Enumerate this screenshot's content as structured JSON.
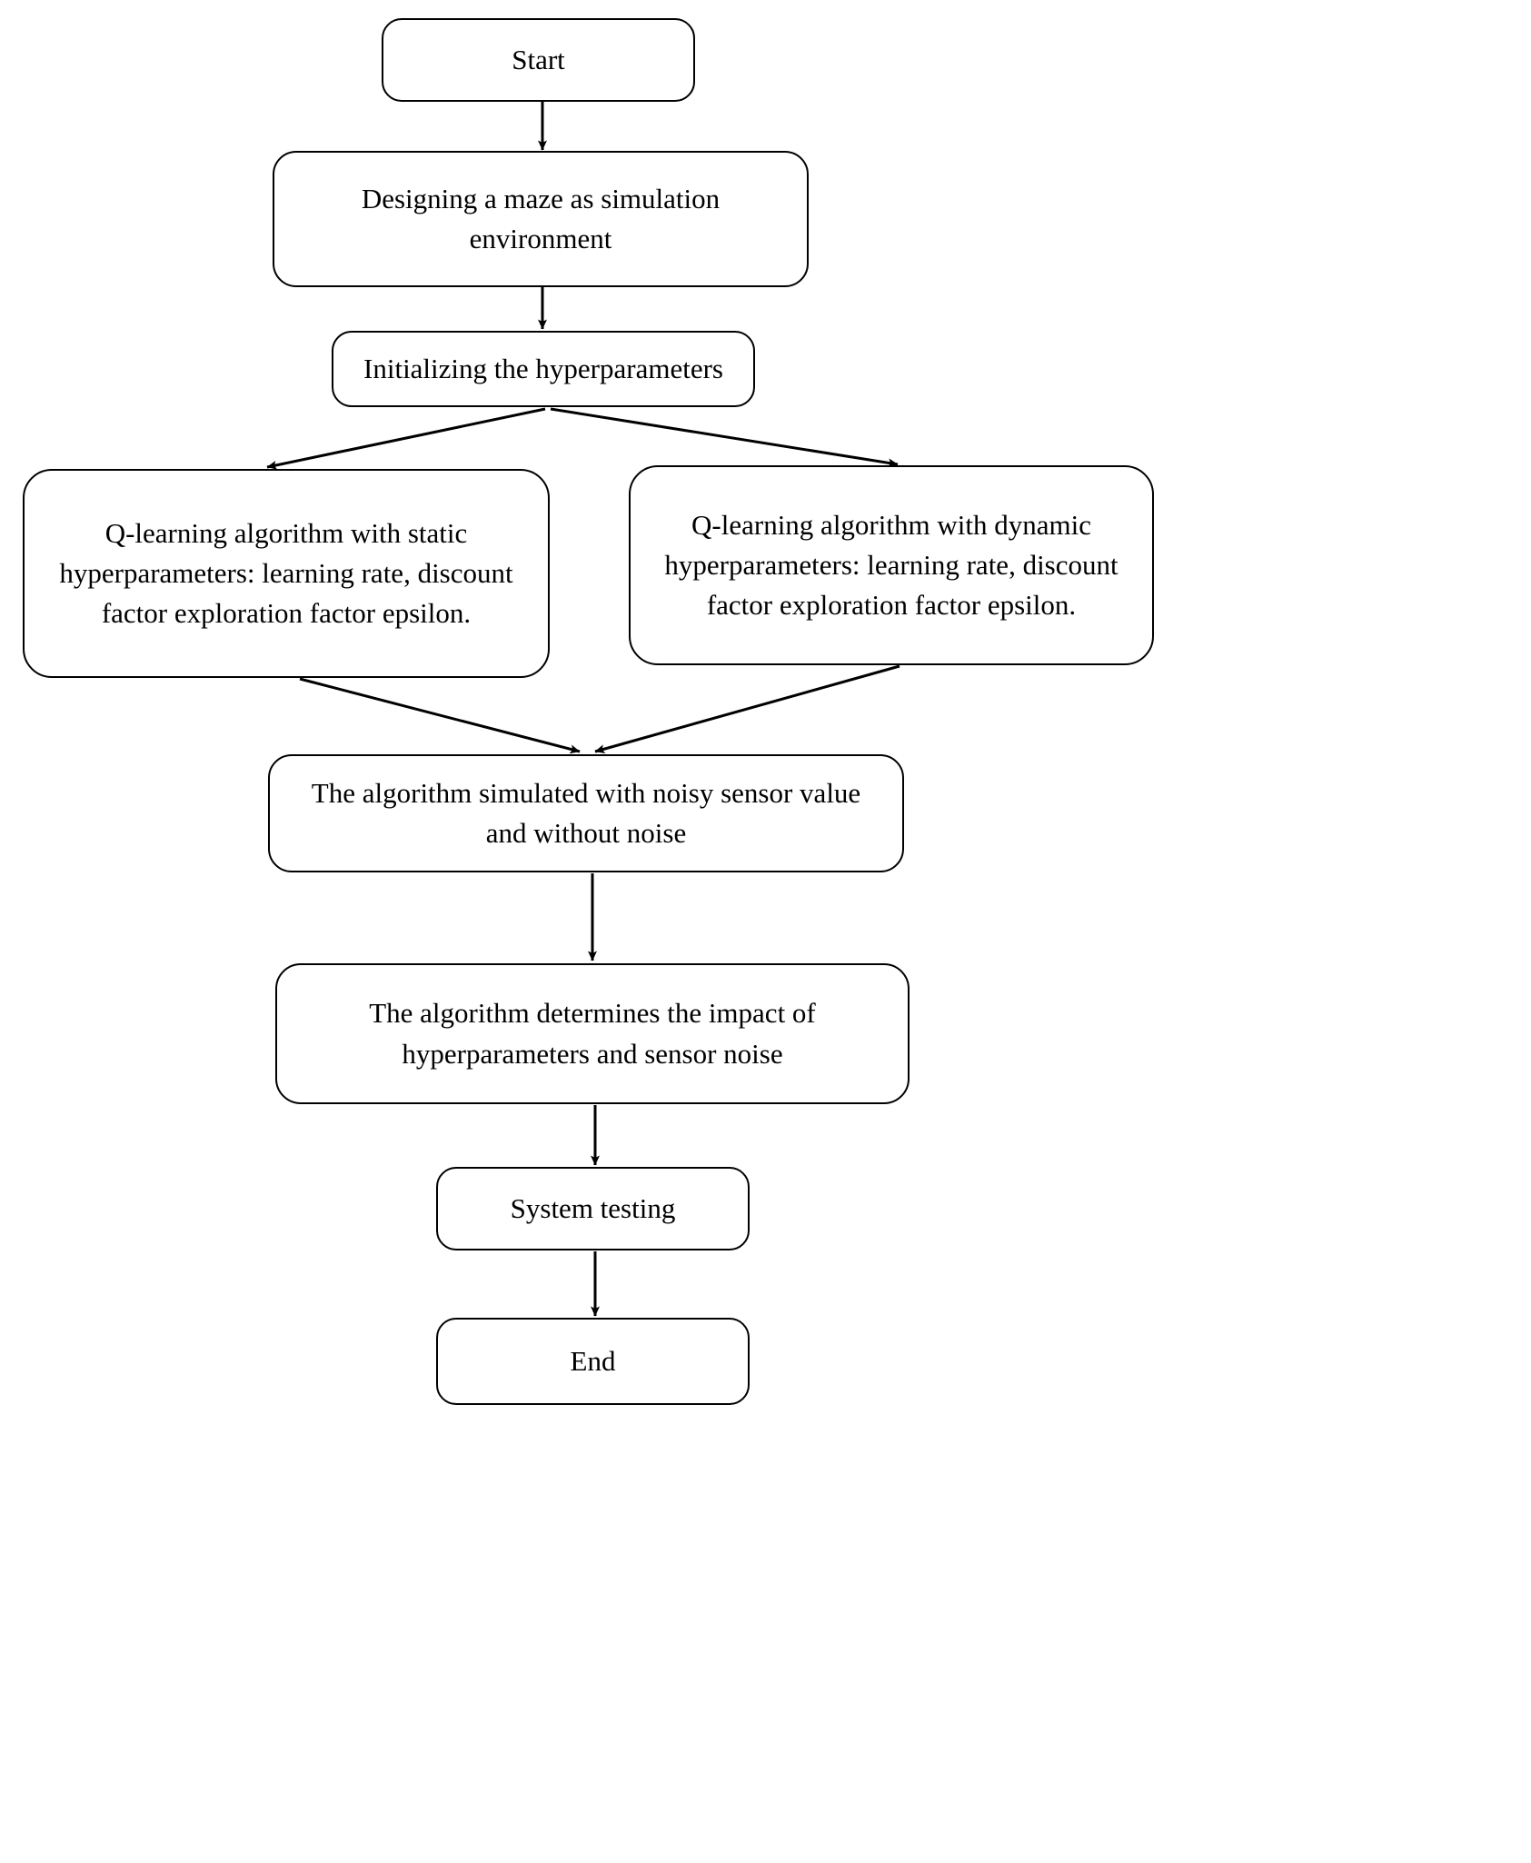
{
  "diagram": {
    "type": "flowchart",
    "orientation": "top-to-bottom",
    "background_color": "#ffffff",
    "stroke_color": "#000000",
    "text_color": "#000000",
    "nodes": [
      {
        "id": "start",
        "label": "Start",
        "shape": "rounded-rectangle"
      },
      {
        "id": "design",
        "label": "Designing a maze as simulation\nenvironment",
        "shape": "rounded-rectangle"
      },
      {
        "id": "init",
        "label": "Initializing  the hyperparameters",
        "shape": "rounded-rectangle"
      },
      {
        "id": "static",
        "label": "Q-learning  algorithm with static\nhyperparameters: learning rate, discount\nfactor exploration factor epsilon.",
        "shape": "rounded-rectangle"
      },
      {
        "id": "dynamic",
        "label": "Q-learning  algorithm with dynamic\nhyperparameters: learning rate, discount\nfactor exploration factor epsilon.",
        "shape": "rounded-rectangle"
      },
      {
        "id": "simulated",
        "label": "The algorithm simulated with noisy sensor value\nand without noise",
        "shape": "rounded-rectangle"
      },
      {
        "id": "impact",
        "label": "The algorithm determines the impact of\nhyperparameters and sensor noise",
        "shape": "rounded-rectangle"
      },
      {
        "id": "testing",
        "label": "System testing",
        "shape": "rounded-rectangle"
      },
      {
        "id": "end",
        "label": "End",
        "shape": "rounded-rectangle"
      }
    ],
    "edges": [
      {
        "from": "start",
        "to": "design",
        "style": "straight-vertical",
        "arrowhead": true
      },
      {
        "from": "design",
        "to": "init",
        "style": "straight-vertical",
        "arrowhead": true
      },
      {
        "from": "init",
        "to": "static",
        "style": "diagonal-left",
        "arrowhead": true
      },
      {
        "from": "init",
        "to": "dynamic",
        "style": "diagonal-right",
        "arrowhead": true
      },
      {
        "from": "static",
        "to": "simulated",
        "style": "diagonal-right",
        "arrowhead": true
      },
      {
        "from": "dynamic",
        "to": "simulated",
        "style": "diagonal-left",
        "arrowhead": true
      },
      {
        "from": "simulated",
        "to": "impact",
        "style": "straight-vertical",
        "arrowhead": true
      },
      {
        "from": "impact",
        "to": "testing",
        "style": "straight-vertical",
        "arrowhead": true
      },
      {
        "from": "testing",
        "to": "end",
        "style": "straight-vertical",
        "arrowhead": true
      }
    ]
  }
}
